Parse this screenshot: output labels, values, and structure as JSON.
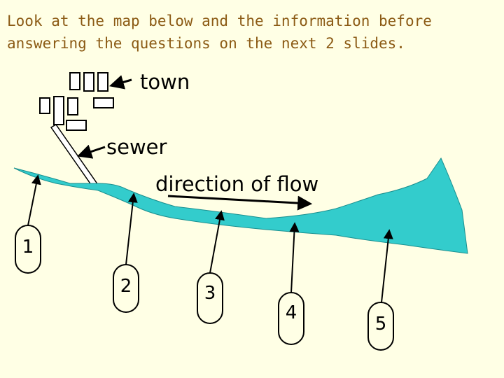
{
  "instructions": "Look at the map below and the information before\nanswering the questions on the next 2 slides.",
  "labels": {
    "town": "town",
    "sewer": "sewer",
    "flow": "direction of flow"
  },
  "sites": [
    "1",
    "2",
    "3",
    "4",
    "5"
  ],
  "colors": {
    "title": "#8b5a14",
    "river": "#33cccc",
    "background": "#ffffe5"
  }
}
